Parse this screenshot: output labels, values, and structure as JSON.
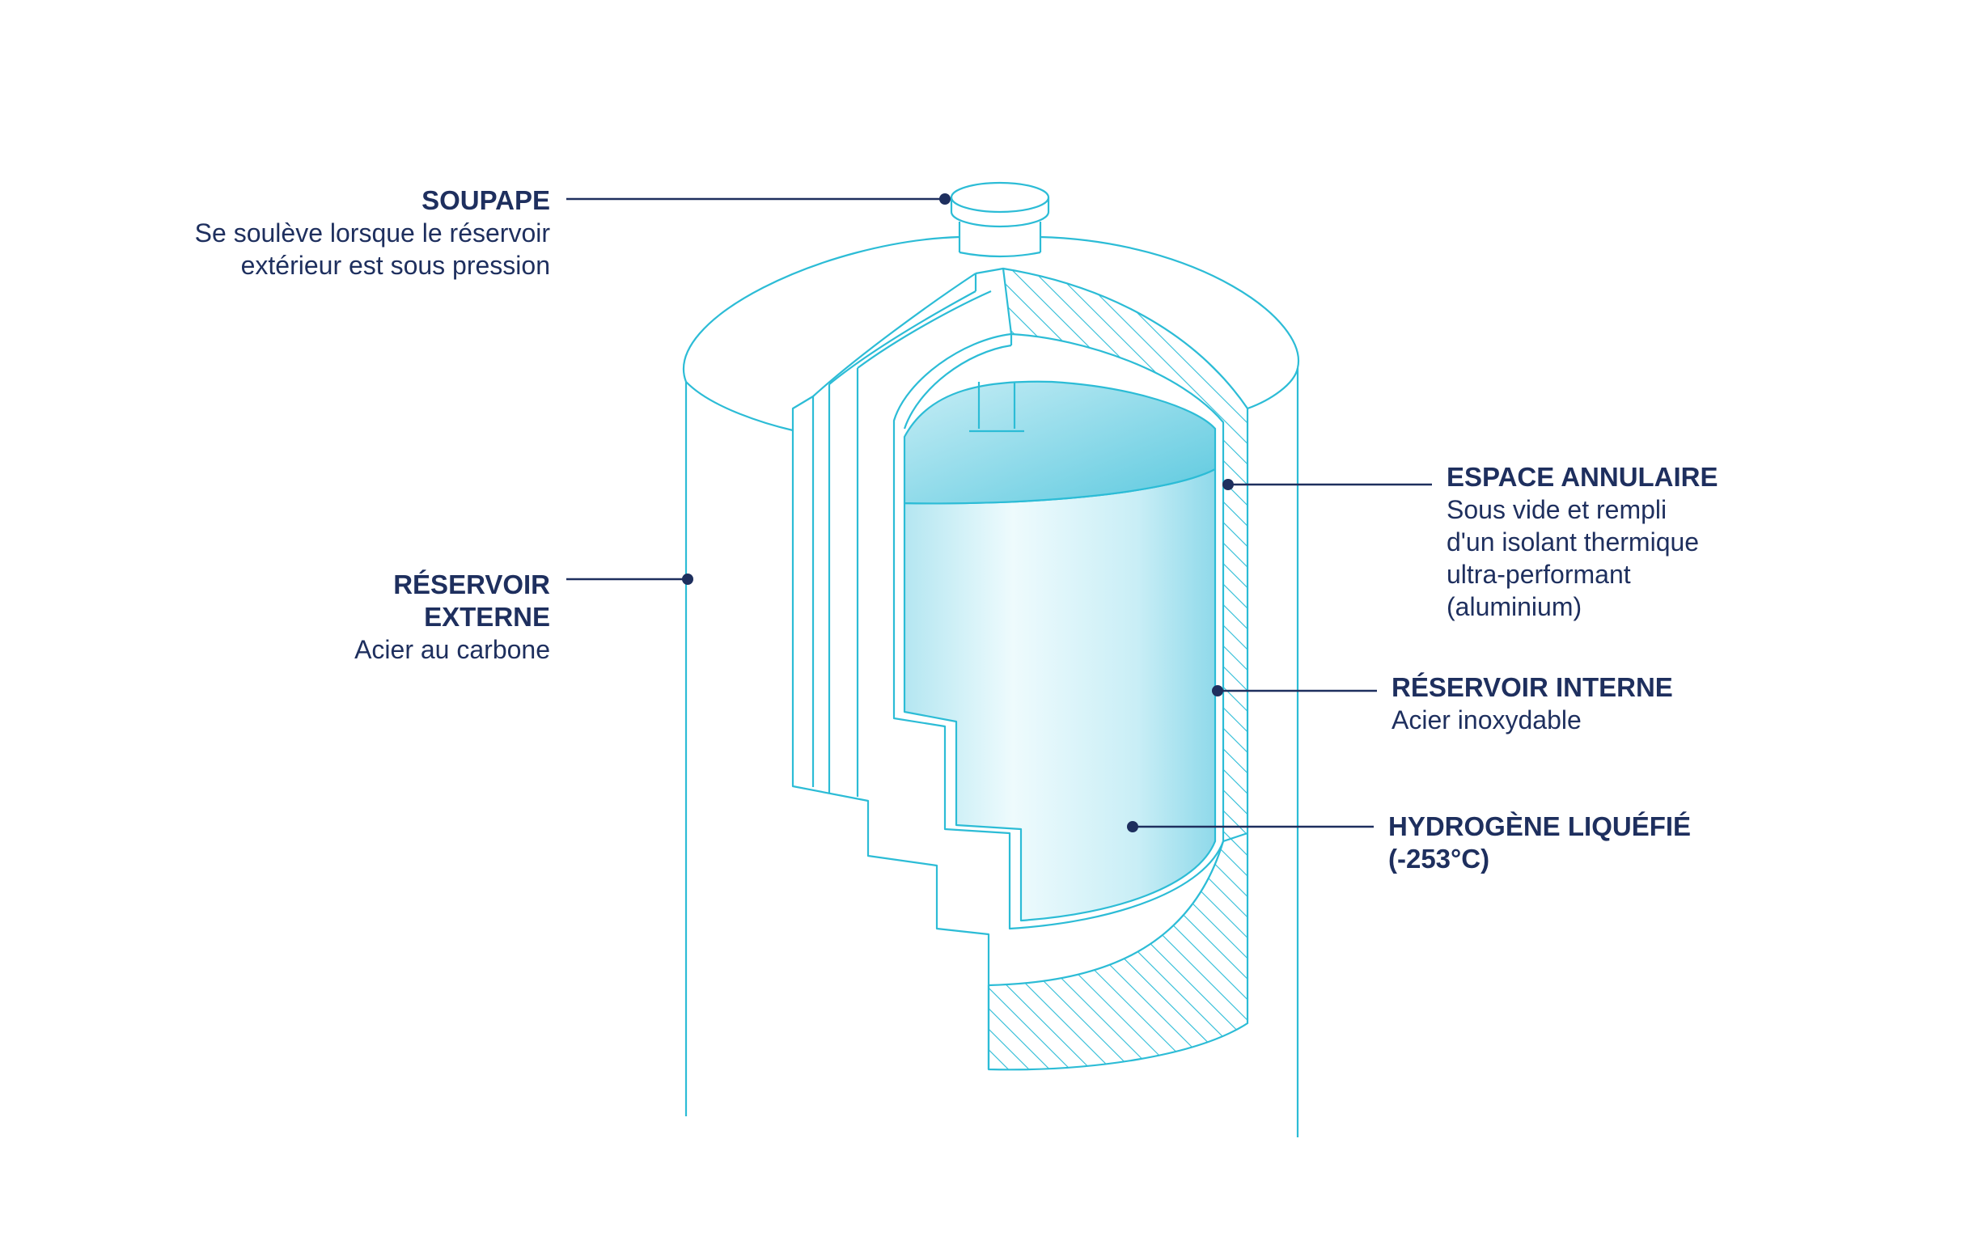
{
  "labels": {
    "valve": {
      "title": "SOUPAPE",
      "lines": [
        "Se soulève lorsque le réservoir",
        "extérieur est sous pression"
      ]
    },
    "outer_tank": {
      "title_lines": [
        "RÉSERVOIR",
        "EXTERNE"
      ],
      "lines": [
        "Acier au carbone"
      ]
    },
    "annular_space": {
      "title": "ESPACE ANNULAIRE",
      "lines": [
        "Sous vide et rempli",
        "d'un isolant thermique",
        "ultra-performant",
        "(aluminium)"
      ]
    },
    "inner_tank": {
      "title": "RÉSERVOIR INTERNE",
      "lines": [
        "Acier inoxydable"
      ]
    },
    "liquid_hydrogen": {
      "title_lines": [
        "HYDROGÈNE LIQUÉFIÉ",
        "(-253°C)"
      ]
    }
  },
  "colors": {
    "outline": "#2cbcd6",
    "text": "#1e2f5e",
    "leader": "#1e2f5e",
    "liquid_top": "#5cc9df",
    "liquid_light": "#eefbfd"
  }
}
